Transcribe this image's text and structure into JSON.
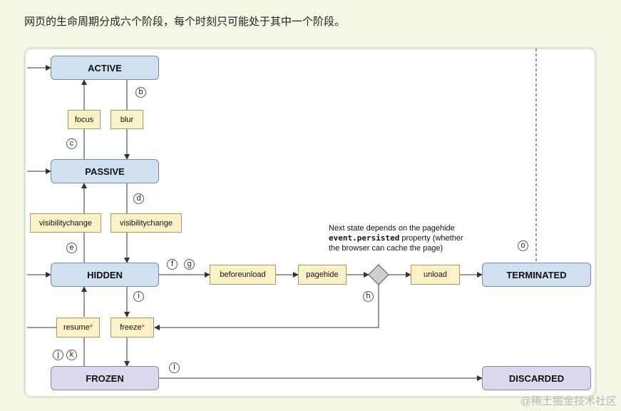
{
  "caption": "网页的生命周期分成六个阶段，每个时刻只可能处于其中一个阶段。",
  "states": {
    "active": "ACTIVE",
    "passive": "PASSIVE",
    "hidden": "HIDDEN",
    "frozen": "FROZEN",
    "terminated": "TERMINATED",
    "discarded": "DISCARDED"
  },
  "events": {
    "focus": "focus",
    "blur": "blur",
    "visibility_up": "visibilitychange",
    "visibility_down": "visibilitychange",
    "beforeunload": "beforeunload",
    "pagehide": "pagehide",
    "unload": "unload",
    "resume": "resume",
    "freeze": "freeze",
    "asterisk": "*"
  },
  "markers": {
    "b": "b",
    "c": "c",
    "d": "d",
    "e": "e",
    "f": "f",
    "g": "g",
    "h": "h",
    "i": "i",
    "j": "j",
    "k": "k",
    "l": "l",
    "o": "o"
  },
  "note": {
    "line1": "Next state depends on the pagehide",
    "code": "event.persisted",
    "line2_rest": " property (whether",
    "line3": "the browser can cache the page)"
  },
  "watermark": "@稀土掘金技术社区",
  "colors": {
    "state_blue": "#cfe0f1",
    "state_purple": "#ddd8ee",
    "event_yellow": "#fdf1c7"
  }
}
